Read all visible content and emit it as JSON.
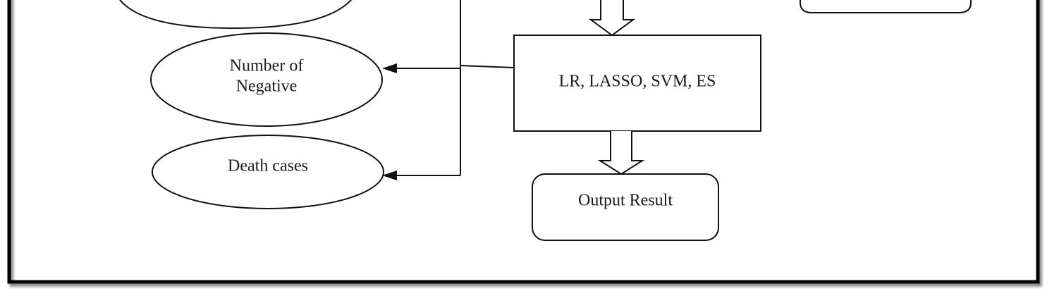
{
  "diagram": {
    "nodes": {
      "number_of_negative": {
        "line1": "Number of",
        "line2": "Negative"
      },
      "death_cases": {
        "label": "Death cases"
      },
      "models": {
        "label": "LR, LASSO, SVM, ES"
      },
      "output_result": {
        "label": "Output Result"
      }
    },
    "colors": {
      "stroke": "#111111",
      "text": "#1a1a1a",
      "frame": "#000000",
      "background": "#ffffff"
    }
  }
}
